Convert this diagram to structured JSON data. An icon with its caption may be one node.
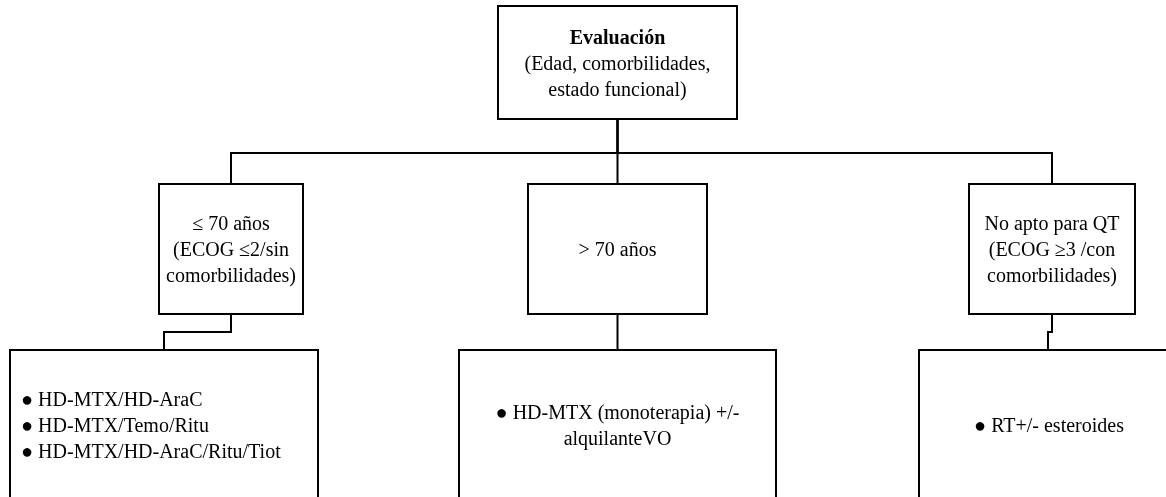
{
  "diagram": {
    "nodes": [
      {
        "text": [
          "Evaluación",
          "(Edad, comorbilidades, estado funcional)"
        ]
      },
      {
        "text": [
          "≤ 70 años (ECOG ≤2/sin comorbilidades)"
        ]
      },
      {
        "text": [
          "> 70 años"
        ]
      },
      {
        "text": [
          "No apto para QT (ECOG ≥3 /con comorbilidades)"
        ]
      },
      {
        "text": [
          "● HD-MTX/HD-AraC",
          "● HD-MTX/Temo/Ritu",
          "● HD-MTX/HD-AraC/Ritu/Tiot"
        ]
      },
      {
        "text": [
          "● HD-MTX (monoterapia) +/- alquilanteVO"
        ]
      },
      {
        "text": [
          "● RT+/- esteroides"
        ]
      }
    ],
    "edges": [
      {
        "from": 0,
        "to": 1,
        "arrow": "none"
      },
      {
        "from": 0,
        "to": 2,
        "arrow": "none"
      },
      {
        "from": 0,
        "to": 3,
        "arrow": "none"
      },
      {
        "from": 1,
        "to": 4,
        "arrow": "none"
      },
      {
        "from": 2,
        "to": 5,
        "arrow": "none"
      },
      {
        "from": 3,
        "to": 6,
        "arrow": "none"
      }
    ]
  }
}
